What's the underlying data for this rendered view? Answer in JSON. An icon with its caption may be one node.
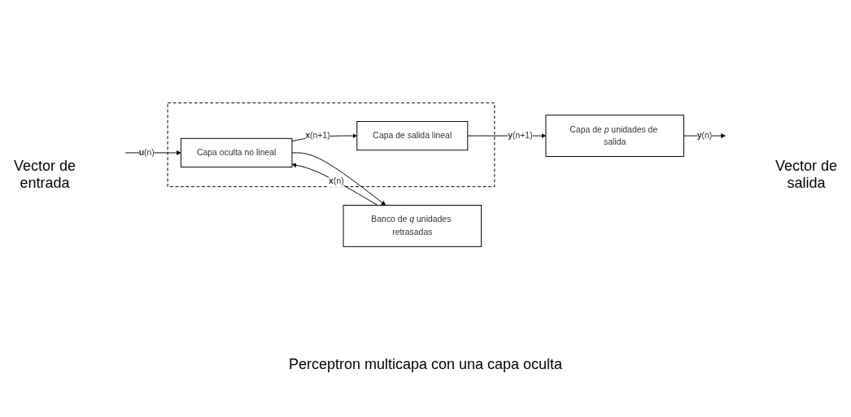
{
  "diagram": {
    "caption": "Perceptron multicapa con una capa oculta",
    "nodes": [
      {
        "text": [],
        "shape": "box"
      },
      {
        "text": [
          "Banco de *q* unidades retrasadas"
        ]
      },
      {
        "text": [
          "Capa oculta no lineal"
        ],
        "in": 0
      },
      {
        "text": [
          "Capa de salida lineal"
        ],
        "in": 0
      },
      {
        "text": [
          "Capa de *p* unidades de salida"
        ]
      }
    ],
    "edges": [
      {
        "from": 1,
        "to": 2,
        "arrow": "to",
        "label": "**x**(n)"
      },
      {
        "from": 2,
        "to": 1,
        "arrow": "to"
      },
      {
        "from": 2,
        "to": 3,
        "arrow": "to",
        "label": "**x**(n+1)"
      },
      {
        "from": null,
        "to": 2,
        "arrow": "to",
        "label": "**u**(n)"
      },
      {
        "from": 3,
        "to": 4,
        "arrow": "to",
        "label": "**y**(n+1)"
      },
      {
        "from": 4,
        "to": null,
        "arrow": "to",
        "label": "**y**(n)"
      }
    ],
    "labels": [
      "Vector de entrada",
      "Vector de salida"
    ]
  }
}
